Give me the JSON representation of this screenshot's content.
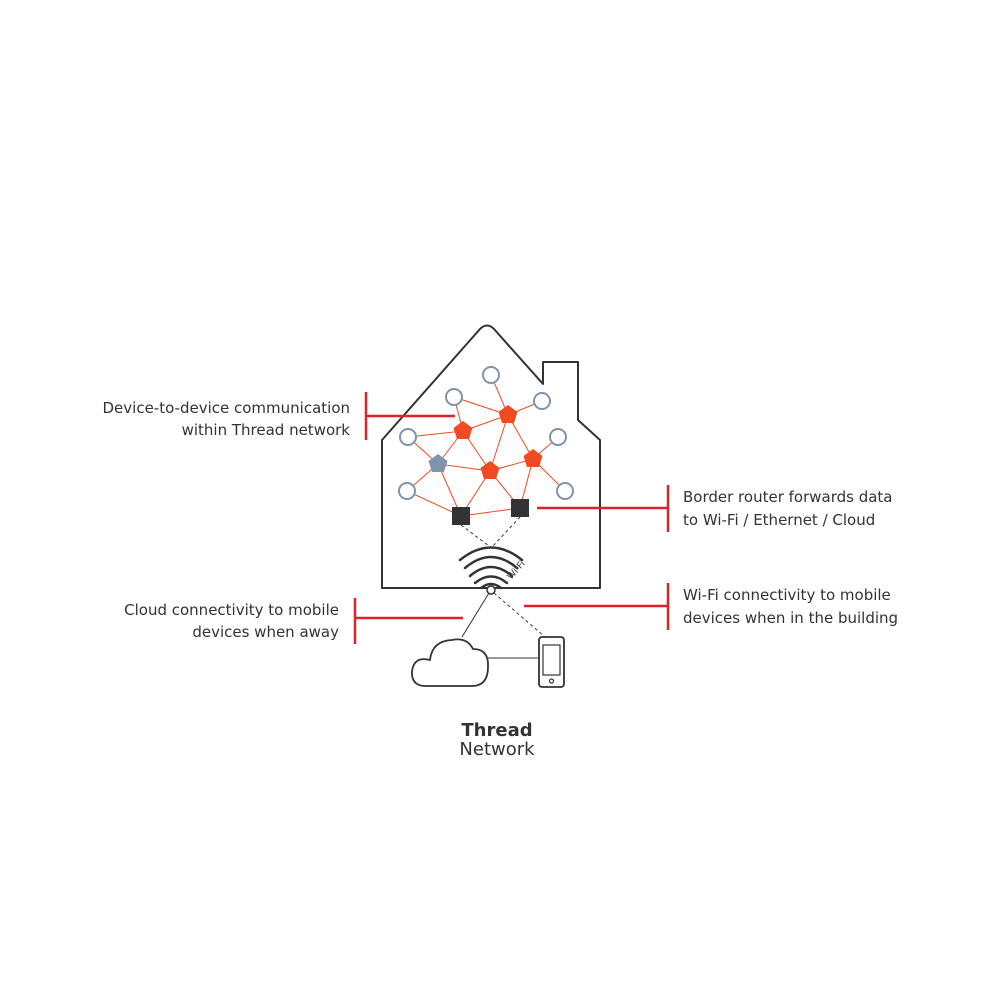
{
  "title": {
    "line1": "Thread",
    "line2": "Network"
  },
  "callouts": {
    "device_to_device": {
      "line1": "Device-to-device communication",
      "line2": "within Thread network"
    },
    "border_router": {
      "line1": "Border router forwards data",
      "line2": "to Wi-Fi / Ethernet / Cloud"
    },
    "cloud": {
      "line1": "Cloud connectivity to mobile",
      "line2": "devices when away"
    },
    "wifi_mobile": {
      "line1": "Wi-Fi connectivity to mobile",
      "line2": "devices when in the building"
    }
  },
  "wifi_label": "Wi-Fi",
  "colors": {
    "router": "#f04a23",
    "leader": "#7f93ad",
    "end_device_stroke": "#7f93ad",
    "border_router": "#333333",
    "callout": "#e0202a",
    "outline": "#333333",
    "link": "#f04a23"
  }
}
